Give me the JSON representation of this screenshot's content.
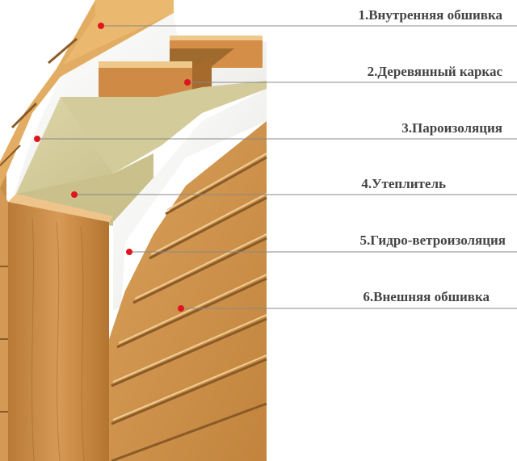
{
  "diagram": {
    "layers": [
      {
        "id": "inner-cladding",
        "label": "1.Внутренняя обшивка"
      },
      {
        "id": "wood-frame",
        "label": "2.Деревянный каркас"
      },
      {
        "id": "vapor-barrier",
        "label": "3.Пароизоляция"
      },
      {
        "id": "insulation",
        "label": "4.Утеплитель"
      },
      {
        "id": "wind-barrier",
        "label": "5.Гидро-ветроизоляция"
      },
      {
        "id": "outer-cladding",
        "label": "6.Внешняя обшивка"
      }
    ],
    "colors": {
      "wood_light": "#e8b866",
      "wood_mid": "#c98f46",
      "wood_dark": "#a86b2e",
      "insulation": "#cfc796",
      "membrane": "#f4f4f2",
      "marker": "#e0141e",
      "leader_line": "#888888",
      "text": "#444444"
    }
  }
}
